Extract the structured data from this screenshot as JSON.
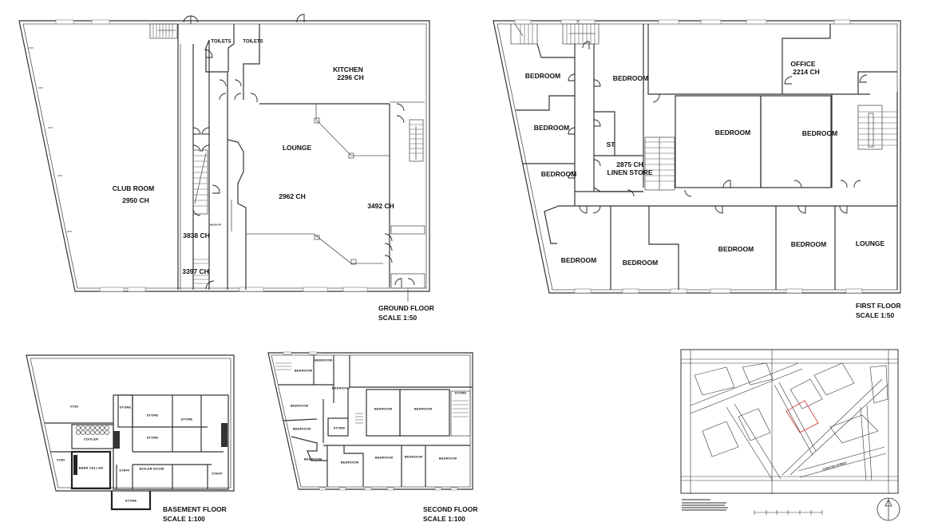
{
  "ground_floor": {
    "caption": {
      "title": "GROUND FLOOR",
      "scale": "SCALE 1:50"
    },
    "rooms": [
      {
        "name": "CLUB ROOM",
        "ceiling": "2950 CH"
      },
      {
        "name": "TOILETS",
        "ceiling": ""
      },
      {
        "name": "TOILETS",
        "ceiling": ""
      },
      {
        "name": "KITCHEN",
        "ceiling": "2296 CH"
      },
      {
        "name": "LOUNGE",
        "ceiling": "2962 CH"
      },
      {
        "name": "",
        "ceiling": "3492 CH"
      },
      {
        "name": "",
        "ceiling": "3838 CH"
      },
      {
        "name": "",
        "ceiling": "3397 CH"
      },
      {
        "name": "WASH UP",
        "ceiling": ""
      }
    ]
  },
  "first_floor": {
    "caption": {
      "title": "FIRST FLOOR",
      "scale": "SCALE 1:50"
    },
    "rooms": [
      {
        "name": "BEDROOM"
      },
      {
        "name": "BEDROOM"
      },
      {
        "name": "BEDROOM"
      },
      {
        "name": "BEDROOM"
      },
      {
        "name": "ST"
      },
      {
        "name": "LINEN STORE",
        "ceiling": "2875 CH"
      },
      {
        "name": "OFFICE",
        "ceiling": "2214 CH"
      },
      {
        "name": "BEDROOM"
      },
      {
        "name": "BEDROOM"
      },
      {
        "name": "BEDROOM"
      },
      {
        "name": "BEDROOM"
      },
      {
        "name": "BEDROOM"
      },
      {
        "name": "BEDROOM"
      },
      {
        "name": "LOUNGE"
      }
    ]
  },
  "basement_floor": {
    "caption": {
      "title": "BASEMENT FLOOR",
      "scale": "SCALE 1:100"
    },
    "rooms": [
      {
        "name": "VOID"
      },
      {
        "name": "VOID"
      },
      {
        "name": "COOLER"
      },
      {
        "name": "BEER CELLAR"
      },
      {
        "name": "STORE"
      },
      {
        "name": "STORE"
      },
      {
        "name": "STORE"
      },
      {
        "name": "STORE"
      },
      {
        "name": "BOILER ROOM"
      },
      {
        "name": "STAFF"
      },
      {
        "name": "STAFF"
      },
      {
        "name": "STORE"
      }
    ]
  },
  "second_floor": {
    "caption": {
      "title": "SECOND FLOOR",
      "scale": "SCALE 1:100"
    },
    "rooms": [
      {
        "name": "BEDROOM"
      },
      {
        "name": "BEDROOM"
      },
      {
        "name": "BEDROOM"
      },
      {
        "name": "BEDROOM"
      },
      {
        "name": "BEDROOM"
      },
      {
        "name": "STORE"
      },
      {
        "name": "BEDROOM"
      },
      {
        "name": "BEDROOM"
      },
      {
        "name": "STORE"
      },
      {
        "name": "BEDROOM"
      },
      {
        "name": "BEDROOM"
      },
      {
        "name": "BEDROOM"
      },
      {
        "name": "BEDROOM"
      },
      {
        "name": "BEDROOM"
      }
    ]
  },
  "location_map": {
    "street_labels": [
      "CARLTON STREET"
    ],
    "highlight_color": "#d9534f",
    "north_arrow": "north-arrow"
  }
}
